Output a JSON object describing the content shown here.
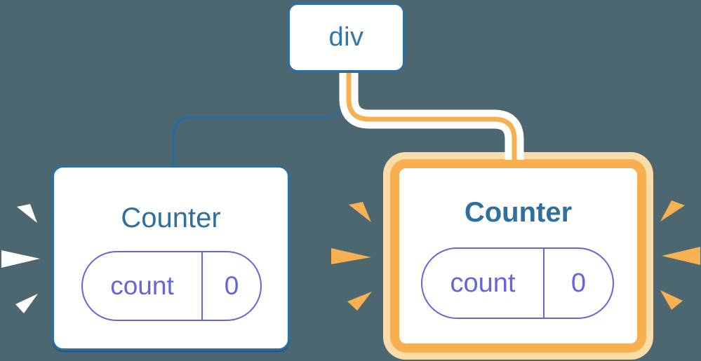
{
  "canvas": {
    "background": "#4C6770"
  },
  "colors": {
    "node_blue": "#2E6F9F",
    "edge_blue": "#2B6B9C",
    "state_purple": "#6565DB",
    "highlight_orange": "#F6B052",
    "highlight_orange_light": "#FADCA8",
    "burst_white": "#FFFFFF",
    "card_background": "#FFFFFF"
  },
  "root_node": {
    "label": "div"
  },
  "children": [
    {
      "title": "Counter",
      "state": {
        "name": "count",
        "value": "0"
      },
      "highlighted": false
    },
    {
      "title": "Counter",
      "state": {
        "name": "count",
        "value": "0"
      },
      "highlighted": true
    }
  ]
}
